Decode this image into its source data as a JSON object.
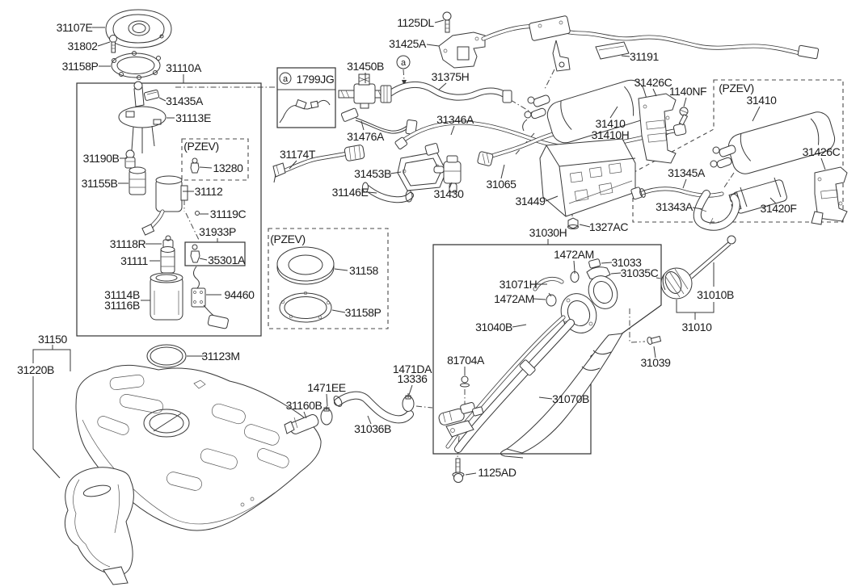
{
  "colors": {
    "background": "#ffffff",
    "line": "#383838",
    "label": "#1a1a1a"
  },
  "callouts": {
    "c31107E": "31107E",
    "c31802": "31802",
    "c31158P_top": "31158P",
    "c31110A": "31110A",
    "c31435A": "31435A",
    "c31113E": "31113E",
    "pzev_pump": "(PZEV)",
    "c13280": "13280",
    "c31190B": "31190B",
    "c31155B": "31155B",
    "c31112": "31112",
    "c31119C": "31119C",
    "c31933P": "31933P",
    "c35301A": "35301A",
    "c31118R": "31118R",
    "c31111": "31111",
    "c31114B": "31114B",
    "c31116B": "31116B",
    "c94460": "94460",
    "detail_a": "a",
    "c1799JG": "1799JG",
    "ref_a": "a",
    "c1125DL": "1125DL",
    "c31425A": "31425A",
    "c31450B": "31450B",
    "c31375H": "31375H",
    "c31346A": "31346A",
    "c31476A": "31476A",
    "c31174T": "31174T",
    "c31453B": "31453B",
    "c31430": "31430",
    "c31146E": "31146E",
    "c31065": "31065",
    "c31449": "31449",
    "c1327AC": "1327AC",
    "c31030H": "31030H",
    "c31191": "31191",
    "c31426C_a": "31426C",
    "c1140NF": "1140NF",
    "pzev_canister": "(PZEV)",
    "c31410_pzev": "31410",
    "c31410": "31410",
    "c31410H": "31410H",
    "c31426C_b": "31426C",
    "c31345A": "31345A",
    "c31343A": "31343A",
    "c31420F": "31420F",
    "c1472AM_a": "1472AM",
    "c31033": "31033",
    "c31035C": "31035C",
    "c31071H": "31071H",
    "c1472AM_b": "1472AM",
    "c31040B": "31040B",
    "c31010B": "31010B",
    "c31010": "31010",
    "c31039": "31039",
    "pzev_gasket": "(PZEV)",
    "c31158": "31158",
    "c31158P_btm": "31158P",
    "c31150": "31150",
    "c31220B": "31220B",
    "c31123M": "31123M",
    "c1471EE": "1471EE",
    "c31160B": "31160B",
    "c31036B": "31036B",
    "c1471DA": "1471DA",
    "c13336": "13336",
    "c81704A": "81704A",
    "c31070B": "31070B",
    "c1125AD": "1125AD"
  }
}
